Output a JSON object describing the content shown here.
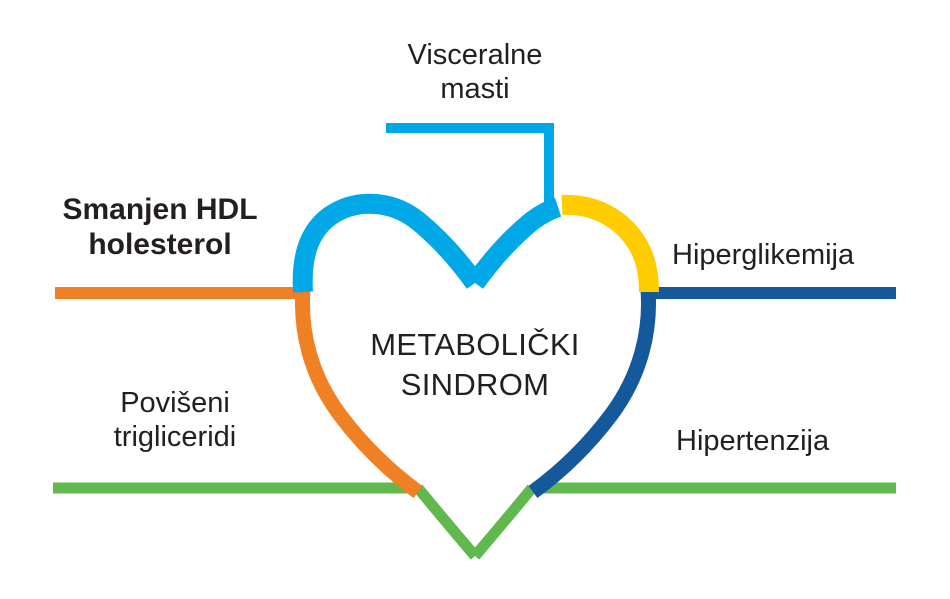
{
  "diagram": {
    "title": "Metabolicki sindrom heart diagram",
    "center_label": "METABOLIČKI\nSINDROM",
    "background_color": "#ffffff",
    "text_color": "#231f20",
    "segments": [
      {
        "id": "visceral-fat",
        "label": "Visceralne\nmasti",
        "color": "#00a8e8",
        "color_name": "light-blue",
        "position": "top",
        "connector": "bracket-down"
      },
      {
        "id": "hdl-cholesterol",
        "label": "Smanjen HDL\nholesterol",
        "color": "#f08024",
        "color_name": "orange",
        "position": "left-upper",
        "connector": "horizontal-left"
      },
      {
        "id": "hyperglycemia",
        "label": "Hiperglikemija",
        "color": "#14599c",
        "color_name": "dark-blue",
        "position": "right-upper",
        "connector": "horizontal-right"
      },
      {
        "id": "triglycerides",
        "label": "Povišeni\ntrigliceridi",
        "color": "#61b94d",
        "color_name": "green",
        "position": "left-lower",
        "connector": "horizontal-left"
      },
      {
        "id": "hypertension",
        "label": "Hipertenzija",
        "color": "#61b94d",
        "color_name": "green",
        "position": "right-lower",
        "connector": "horizontal-right"
      },
      {
        "id": "yellow-arc",
        "label": "",
        "color": "#ffcc00",
        "color_name": "yellow",
        "position": "right-top-arc",
        "connector": "none"
      }
    ],
    "palette": {
      "light_blue": "#00a8e8",
      "yellow": "#ffcc00",
      "dark_blue": "#14599c",
      "orange": "#f08024",
      "green": "#61b94d"
    }
  }
}
